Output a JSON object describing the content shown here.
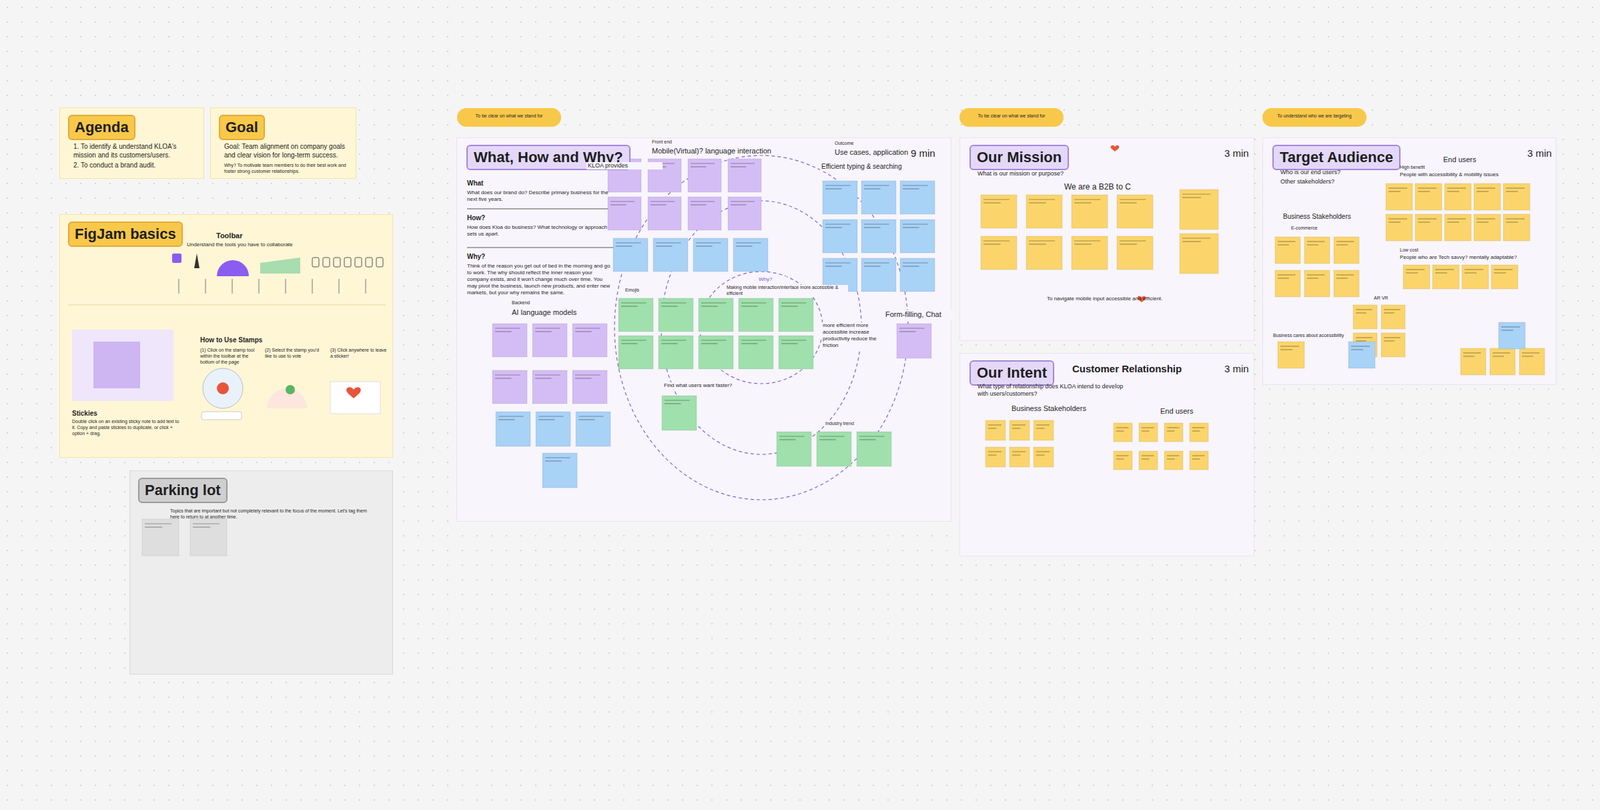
{
  "diagram": {
    "nodes": [
      {
        "text": [
          "Agenda",
          "1. To identify & understand KLOA's mission and its customers/users.",
          "2. To conduct a brand audit."
        ]
      },
      {
        "text": [
          "Goal",
          "Goal: Team alignment on company goals and clear vision for long-term success.",
          "Why? To motivate team members to do their best work and foster strong customer relationships."
        ]
      },
      {
        "text": [
          "FigJam basics",
          "Toolbar",
          "Understand the tools you have to collaborate",
          "Stickies",
          "Double click on an existing sticky note to add text to it. Copy and paste stickies to duplicate, or click + option + drag.",
          "How to Use Stamps",
          "(1) Click on the stamp tool within the toolbar at the bottom of the page",
          "(2) Select the stamp you'd like to use to vote",
          "(3) Click anywhere to leave a sticker!"
        ]
      },
      {
        "text": [
          "Parking lot",
          "Topics that are important but not completely relevant to the focus of the moment. Let's tag them here to return to at another time."
        ]
      },
      {
        "text": [
          "To be clear on what we stand for"
        ]
      },
      {
        "text": [
          "What, How and Why?",
          "9 min",
          "What",
          "What does our brand do? Describe primary business for the next five years.",
          "How?",
          "How does Kloa do business? What technology or approach sets us apart.",
          "Why?",
          "Think of the reason you get out of bed in the morning and go to work. The why should reflect the inner reason your company exists, and it won't change much over time. You may pivot the business, launch new products, and enter new markets, but your why remains the same.",
          "Front end",
          "Mobile(Virtual)? language interaction",
          "KLOA provides",
          "Outcome",
          "Use cases, application",
          "Efficient typing & searching",
          "Form-filling, Chat",
          "Backend",
          "AI language models",
          "Emojis",
          "Why?",
          "Making mobile interaction/interface more accessible & efficient",
          "more efficient more accessible increase productivity reduce the friction",
          "Find what users want faster?",
          "Industry trend"
        ]
      },
      {
        "text": [
          "To be clear on what we stand for"
        ]
      },
      {
        "text": [
          "Our Mission",
          "3 min",
          "What is our mission or purpose?",
          "We are a B2B to C",
          "To navigate mobile input accessible and efficient."
        ]
      },
      {
        "text": [
          "Our Intent",
          "Customer Relationship",
          "3 min",
          "What type of relationship does KLOA intend to develop with users/customers?",
          "Business Stakeholders",
          "End users"
        ]
      },
      {
        "text": [
          "To understand who we are targeting"
        ]
      },
      {
        "text": [
          "Target Audience",
          "3 min",
          "Who is our end users?",
          "Other stakeholders?",
          "End users",
          "High benefit",
          "People with accessibility & mobility issues",
          "Business Stakeholders",
          "E-commerce",
          "Low cost",
          "People who are Tech savvy? mentally adaptable?",
          "AR VR",
          "Business cares about accessibility"
        ]
      }
    ]
  }
}
